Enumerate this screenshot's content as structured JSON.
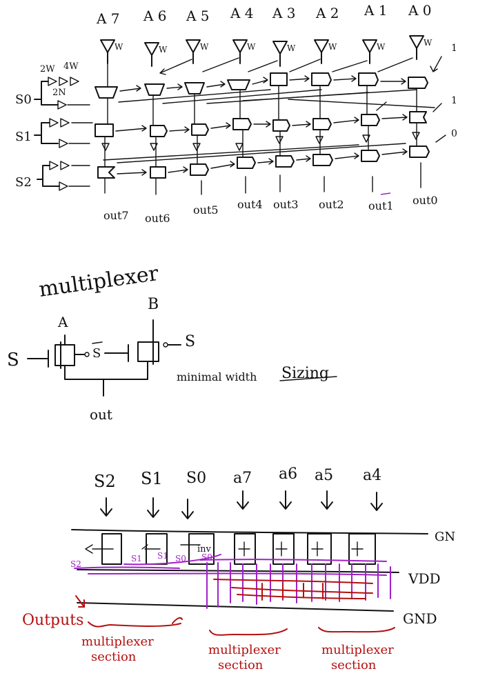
{
  "top": {
    "inputs": [
      "A 7",
      "A 6",
      "A 5",
      "A 4",
      "A 3",
      "A 2",
      "A 1",
      "A 0"
    ],
    "selects": [
      "S0",
      "S1",
      "S2"
    ],
    "sizes": [
      "2W",
      "4W",
      "2N"
    ],
    "outputs": [
      "out7",
      "out6",
      "out5",
      "out4",
      "out3",
      "out2",
      "out1",
      "out0"
    ],
    "buf_label": "W",
    "const_one": "1",
    "const_zero": "0"
  },
  "mux": {
    "title": "multiplexer",
    "a": "A",
    "b": "B",
    "s": "S",
    "sbar": "S",
    "out": "out",
    "note": "minimal width",
    "sizing": "Sizing"
  },
  "layout": {
    "inputs": [
      "S2",
      "S1",
      "S0",
      "a7",
      "a6",
      "a5",
      "a4"
    ],
    "rails": [
      "GN",
      "VDD",
      "GND"
    ],
    "inner": [
      "inv"
    ],
    "sel_marks": [
      "S2",
      "S1",
      "S1",
      "S0",
      "S0"
    ],
    "outputs_label": "Outputs",
    "sections": [
      "multiplexer section",
      "multiplexer section",
      "multiplexer section"
    ]
  }
}
